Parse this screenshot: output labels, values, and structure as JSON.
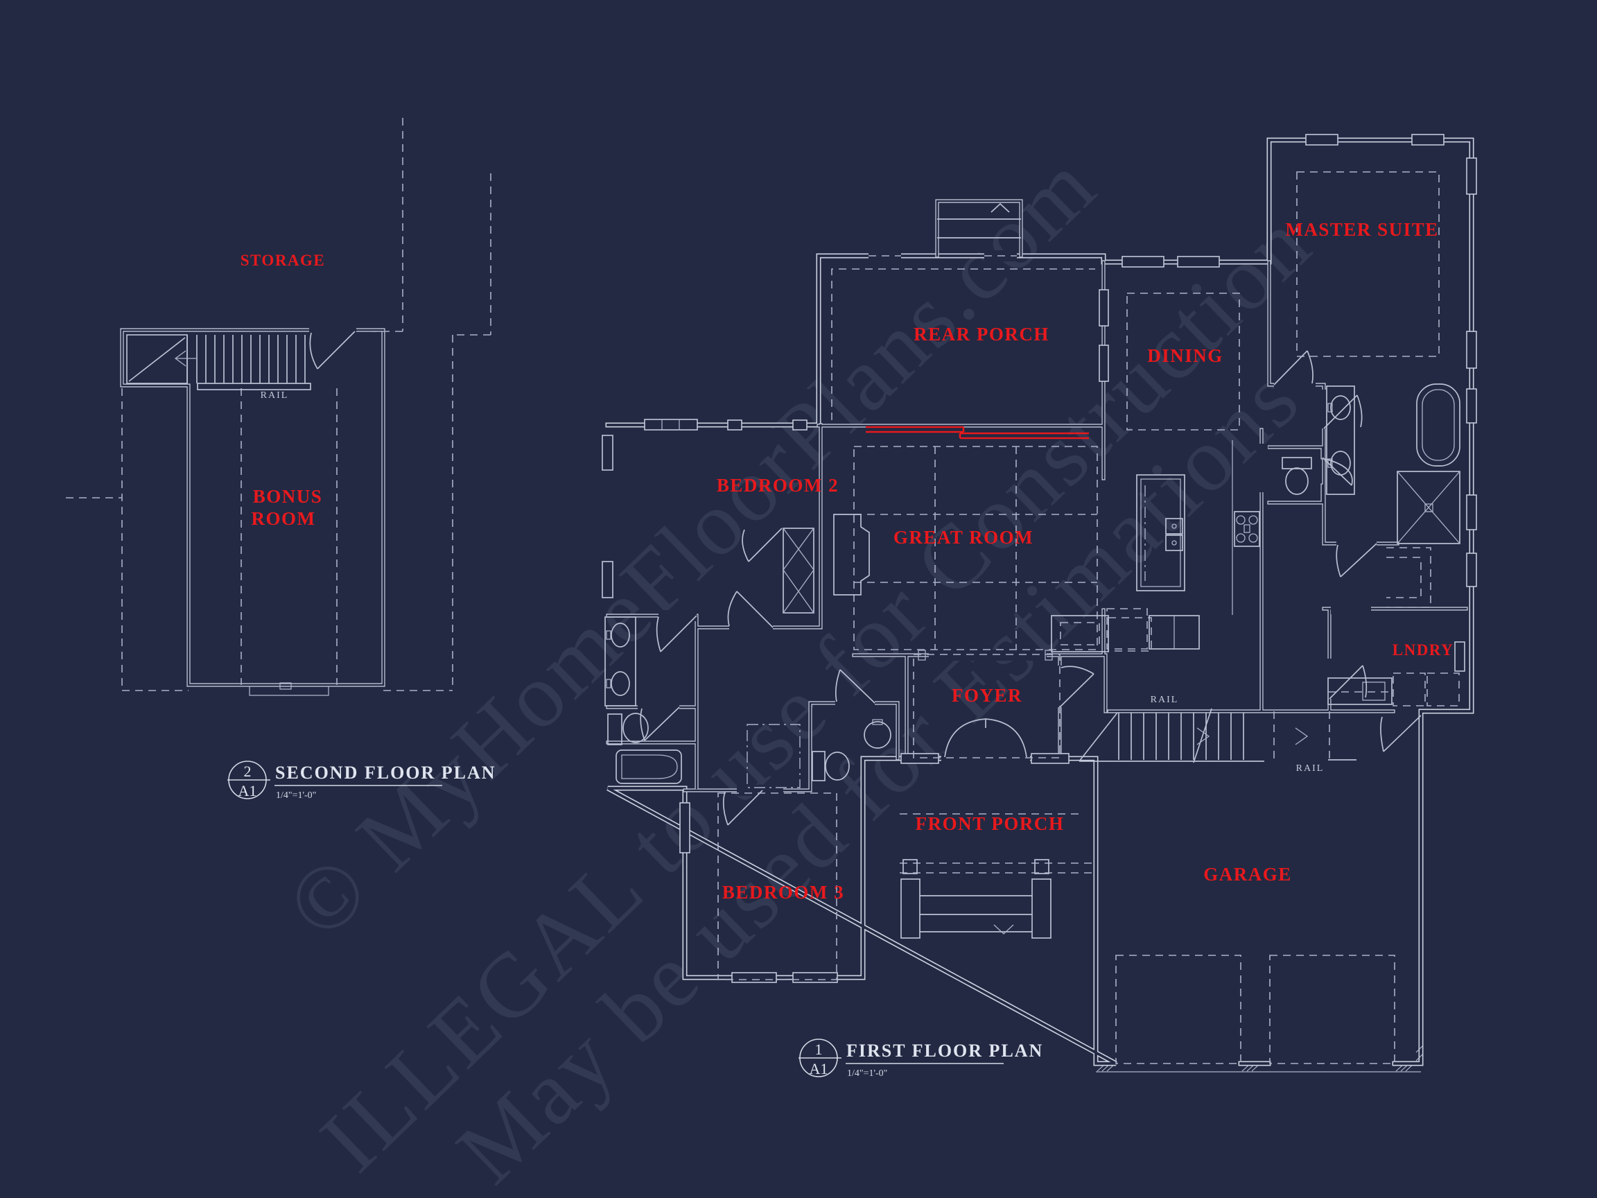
{
  "colors": {
    "background": "#232942",
    "wall_line": "#ccd2e1",
    "dashed_line": "#a9b2c9",
    "label_red": "#e8191d",
    "watermark": "#aab4d4"
  },
  "watermark": {
    "lines": [
      "© MyHomeFloorPlans.com",
      "ILLEGAL to use for Construction",
      "May be used for Estimations"
    ]
  },
  "second_floor": {
    "labels": {
      "storage": "STORAGE",
      "bonus_line1": "BONUS",
      "bonus_line2": "ROOM",
      "rail": "RAIL"
    },
    "title": {
      "number": "2",
      "sheet": "A1",
      "name": "SECOND FLOOR PLAN",
      "scale": "1/4\"=1'-0\""
    }
  },
  "first_floor": {
    "labels": {
      "rear_porch": "REAR PORCH",
      "dining": "DINING",
      "master_suite": "MASTER SUITE",
      "bedroom2": "BEDROOM 2",
      "great_room": "GREAT ROOM",
      "foyer": "FOYER",
      "lndry": "LNDRY",
      "front_porch": "FRONT PORCH",
      "bedroom3": "BEDROOM 3",
      "garage": "GARAGE",
      "rail_stairs": "RAIL",
      "rail_landing": "RAIL"
    },
    "title": {
      "number": "1",
      "sheet": "A1",
      "name": "FIRST FLOOR PLAN",
      "scale": "1/4\"=1'-0\""
    }
  }
}
